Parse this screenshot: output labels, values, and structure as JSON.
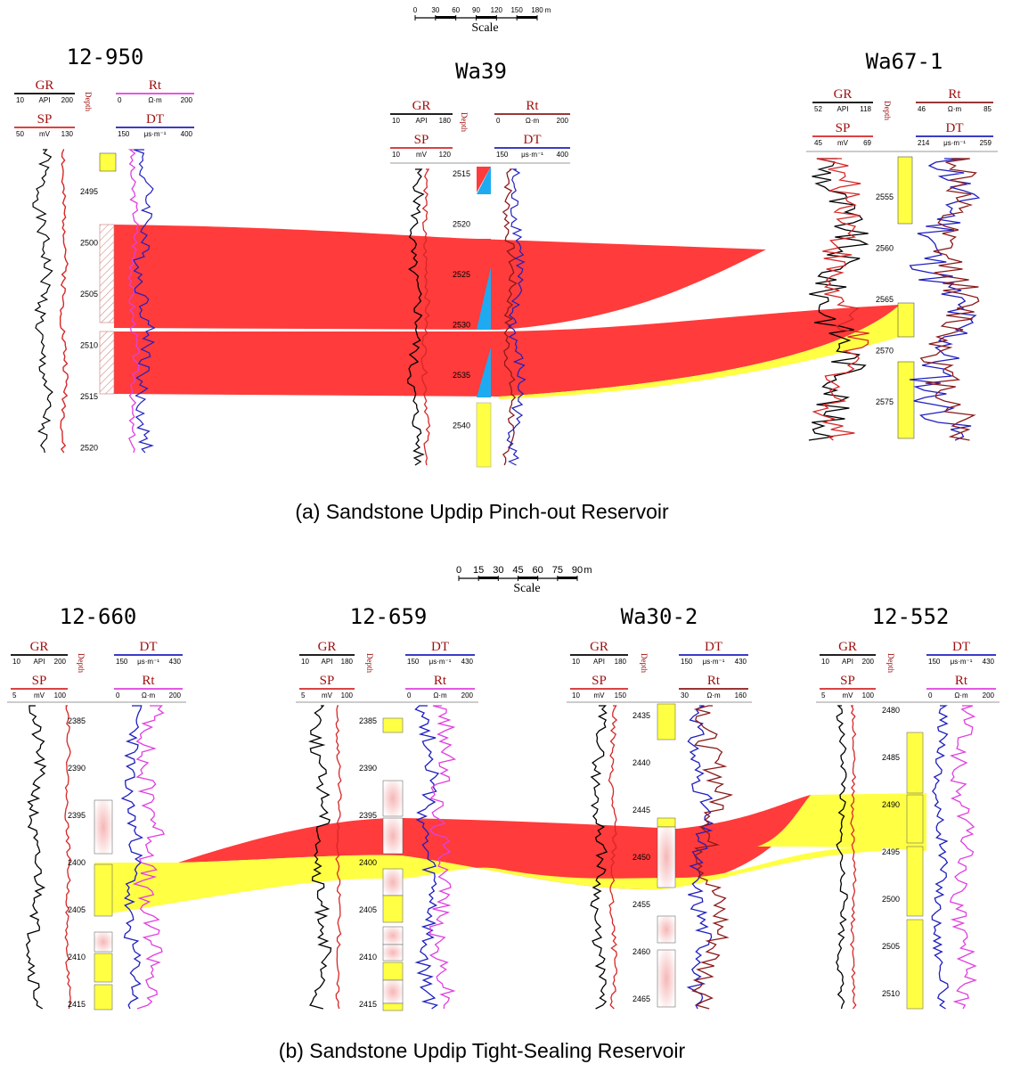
{
  "panels": [
    {
      "caption": "(a) Sandstone Updip Pinch-out Reservoir",
      "scale": {
        "ticks": [
          "0",
          "30",
          "60",
          "90",
          "120",
          "150",
          "180",
          "m"
        ],
        "label": "Scale"
      },
      "wells": [
        {
          "name": "12-950",
          "depth_label": "Depth",
          "track_left": [
            {
              "curve": "GR",
              "min": "10",
              "unit": "API",
              "max": "200",
              "color": "#000000"
            },
            {
              "curve": "SP",
              "min": "50",
              "unit": "mV",
              "max": "130",
              "color": "#d62728"
            }
          ],
          "track_right": [
            {
              "curve": "Rt",
              "min": "0",
              "unit": "Ω·m",
              "max": "200",
              "color": "#e040e0"
            },
            {
              "curve": "DT",
              "min": "150",
              "unit": "μs·m⁻¹",
              "max": "400",
              "color": "#1f1fbf"
            }
          ],
          "depth_ticks": [
            "2495",
            "2500",
            "2505",
            "2510",
            "2515",
            "2520"
          ]
        },
        {
          "name": "Wa39",
          "depth_label": "Depth",
          "track_left": [
            {
              "curve": "GR",
              "min": "10",
              "unit": "API",
              "max": "180",
              "color": "#000000"
            },
            {
              "curve": "SP",
              "min": "10",
              "unit": "mV",
              "max": "120",
              "color": "#d62728"
            }
          ],
          "track_right": [
            {
              "curve": "Rt",
              "min": "0",
              "unit": "Ω·m",
              "max": "200",
              "color": "#8b1a1a"
            },
            {
              "curve": "DT",
              "min": "150",
              "unit": "μs·m⁻¹",
              "max": "400",
              "color": "#1f1fbf"
            }
          ],
          "depth_ticks": [
            "2515",
            "2520",
            "2525",
            "2530",
            "2535",
            "2540"
          ]
        },
        {
          "name": "Wa67-1",
          "depth_label": "Depth",
          "track_left": [
            {
              "curve": "GR",
              "min": "52",
              "unit": "API",
              "max": "118",
              "color": "#000000"
            },
            {
              "curve": "SP",
              "min": "45",
              "unit": "mV",
              "max": "69",
              "color": "#d62728"
            }
          ],
          "track_right": [
            {
              "curve": "Rt",
              "min": "46",
              "unit": "Ω·m",
              "max": "85",
              "color": "#8b1a1a"
            },
            {
              "curve": "DT",
              "min": "214",
              "unit": "μs·m⁻¹",
              "max": "259",
              "color": "#1f1fbf"
            }
          ],
          "depth_ticks": [
            "2555",
            "2560",
            "2565",
            "2570",
            "2575"
          ]
        }
      ]
    },
    {
      "caption": "(b) Sandstone Updip Tight-Sealing Reservoir",
      "scale": {
        "ticks": [
          "0",
          "15",
          "30",
          "45",
          "60",
          "75",
          "90",
          "m"
        ],
        "label": "Scale"
      },
      "wells": [
        {
          "name": "12-660",
          "depth_label": "Depth",
          "track_left": [
            {
              "curve": "GR",
              "min": "10",
              "unit": "API",
              "max": "200",
              "color": "#000000"
            },
            {
              "curve": "SP",
              "min": "5",
              "unit": "mV",
              "max": "100",
              "color": "#d62728"
            }
          ],
          "track_right": [
            {
              "curve": "DT",
              "min": "150",
              "unit": "μs·m⁻¹",
              "max": "430",
              "color": "#1f1fbf"
            },
            {
              "curve": "Rt",
              "min": "0",
              "unit": "Ω·m",
              "max": "200",
              "color": "#e040e0"
            }
          ],
          "depth_ticks": [
            "2385",
            "2390",
            "2395",
            "2400",
            "2405",
            "2410",
            "2415"
          ]
        },
        {
          "name": "12-659",
          "depth_label": "Depth",
          "track_left": [
            {
              "curve": "GR",
              "min": "10",
              "unit": "API",
              "max": "180",
              "color": "#000000"
            },
            {
              "curve": "SP",
              "min": "5",
              "unit": "mV",
              "max": "100",
              "color": "#d62728"
            }
          ],
          "track_right": [
            {
              "curve": "DT",
              "min": "150",
              "unit": "μs·m⁻¹",
              "max": "430",
              "color": "#1f1fbf"
            },
            {
              "curve": "Rt",
              "min": "0",
              "unit": "Ω·m",
              "max": "200",
              "color": "#e040e0"
            }
          ],
          "depth_ticks": [
            "2385",
            "2390",
            "2395",
            "2400",
            "2405",
            "2410",
            "2415"
          ]
        },
        {
          "name": "Wa30-2",
          "depth_label": "Depth",
          "track_left": [
            {
              "curve": "GR",
              "min": "10",
              "unit": "API",
              "max": "180",
              "color": "#000000"
            },
            {
              "curve": "SP",
              "min": "10",
              "unit": "mV",
              "max": "150",
              "color": "#d62728"
            }
          ],
          "track_right": [
            {
              "curve": "DT",
              "min": "150",
              "unit": "μs·m⁻¹",
              "max": "430",
              "color": "#1f1fbf"
            },
            {
              "curve": "Rt",
              "min": "30",
              "unit": "Ω·m",
              "max": "160",
              "color": "#8b1a1a"
            }
          ],
          "depth_ticks": [
            "2435",
            "2440",
            "2445",
            "2450",
            "2455",
            "2460",
            "2465"
          ]
        },
        {
          "name": "12-552",
          "depth_label": "Depth",
          "track_left": [
            {
              "curve": "GR",
              "min": "10",
              "unit": "API",
              "max": "200",
              "color": "#000000"
            },
            {
              "curve": "SP",
              "min": "5",
              "unit": "mV",
              "max": "100",
              "color": "#d62728"
            }
          ],
          "track_right": [
            {
              "curve": "DT",
              "min": "150",
              "unit": "μs·m⁻¹",
              "max": "430",
              "color": "#1f1fbf"
            },
            {
              "curve": "Rt",
              "min": "0",
              "unit": "Ω·m",
              "max": "200",
              "color": "#e040e0"
            }
          ],
          "depth_ticks": [
            "2480",
            "2485",
            "2490",
            "2495",
            "2500",
            "2505",
            "2510"
          ]
        }
      ]
    }
  ],
  "colors": {
    "oil_layer": "#ff3b3b",
    "water_layer": "#ffff44",
    "tight_layer": "#f8c8c8",
    "dry_layer": "#1eaaf0"
  }
}
